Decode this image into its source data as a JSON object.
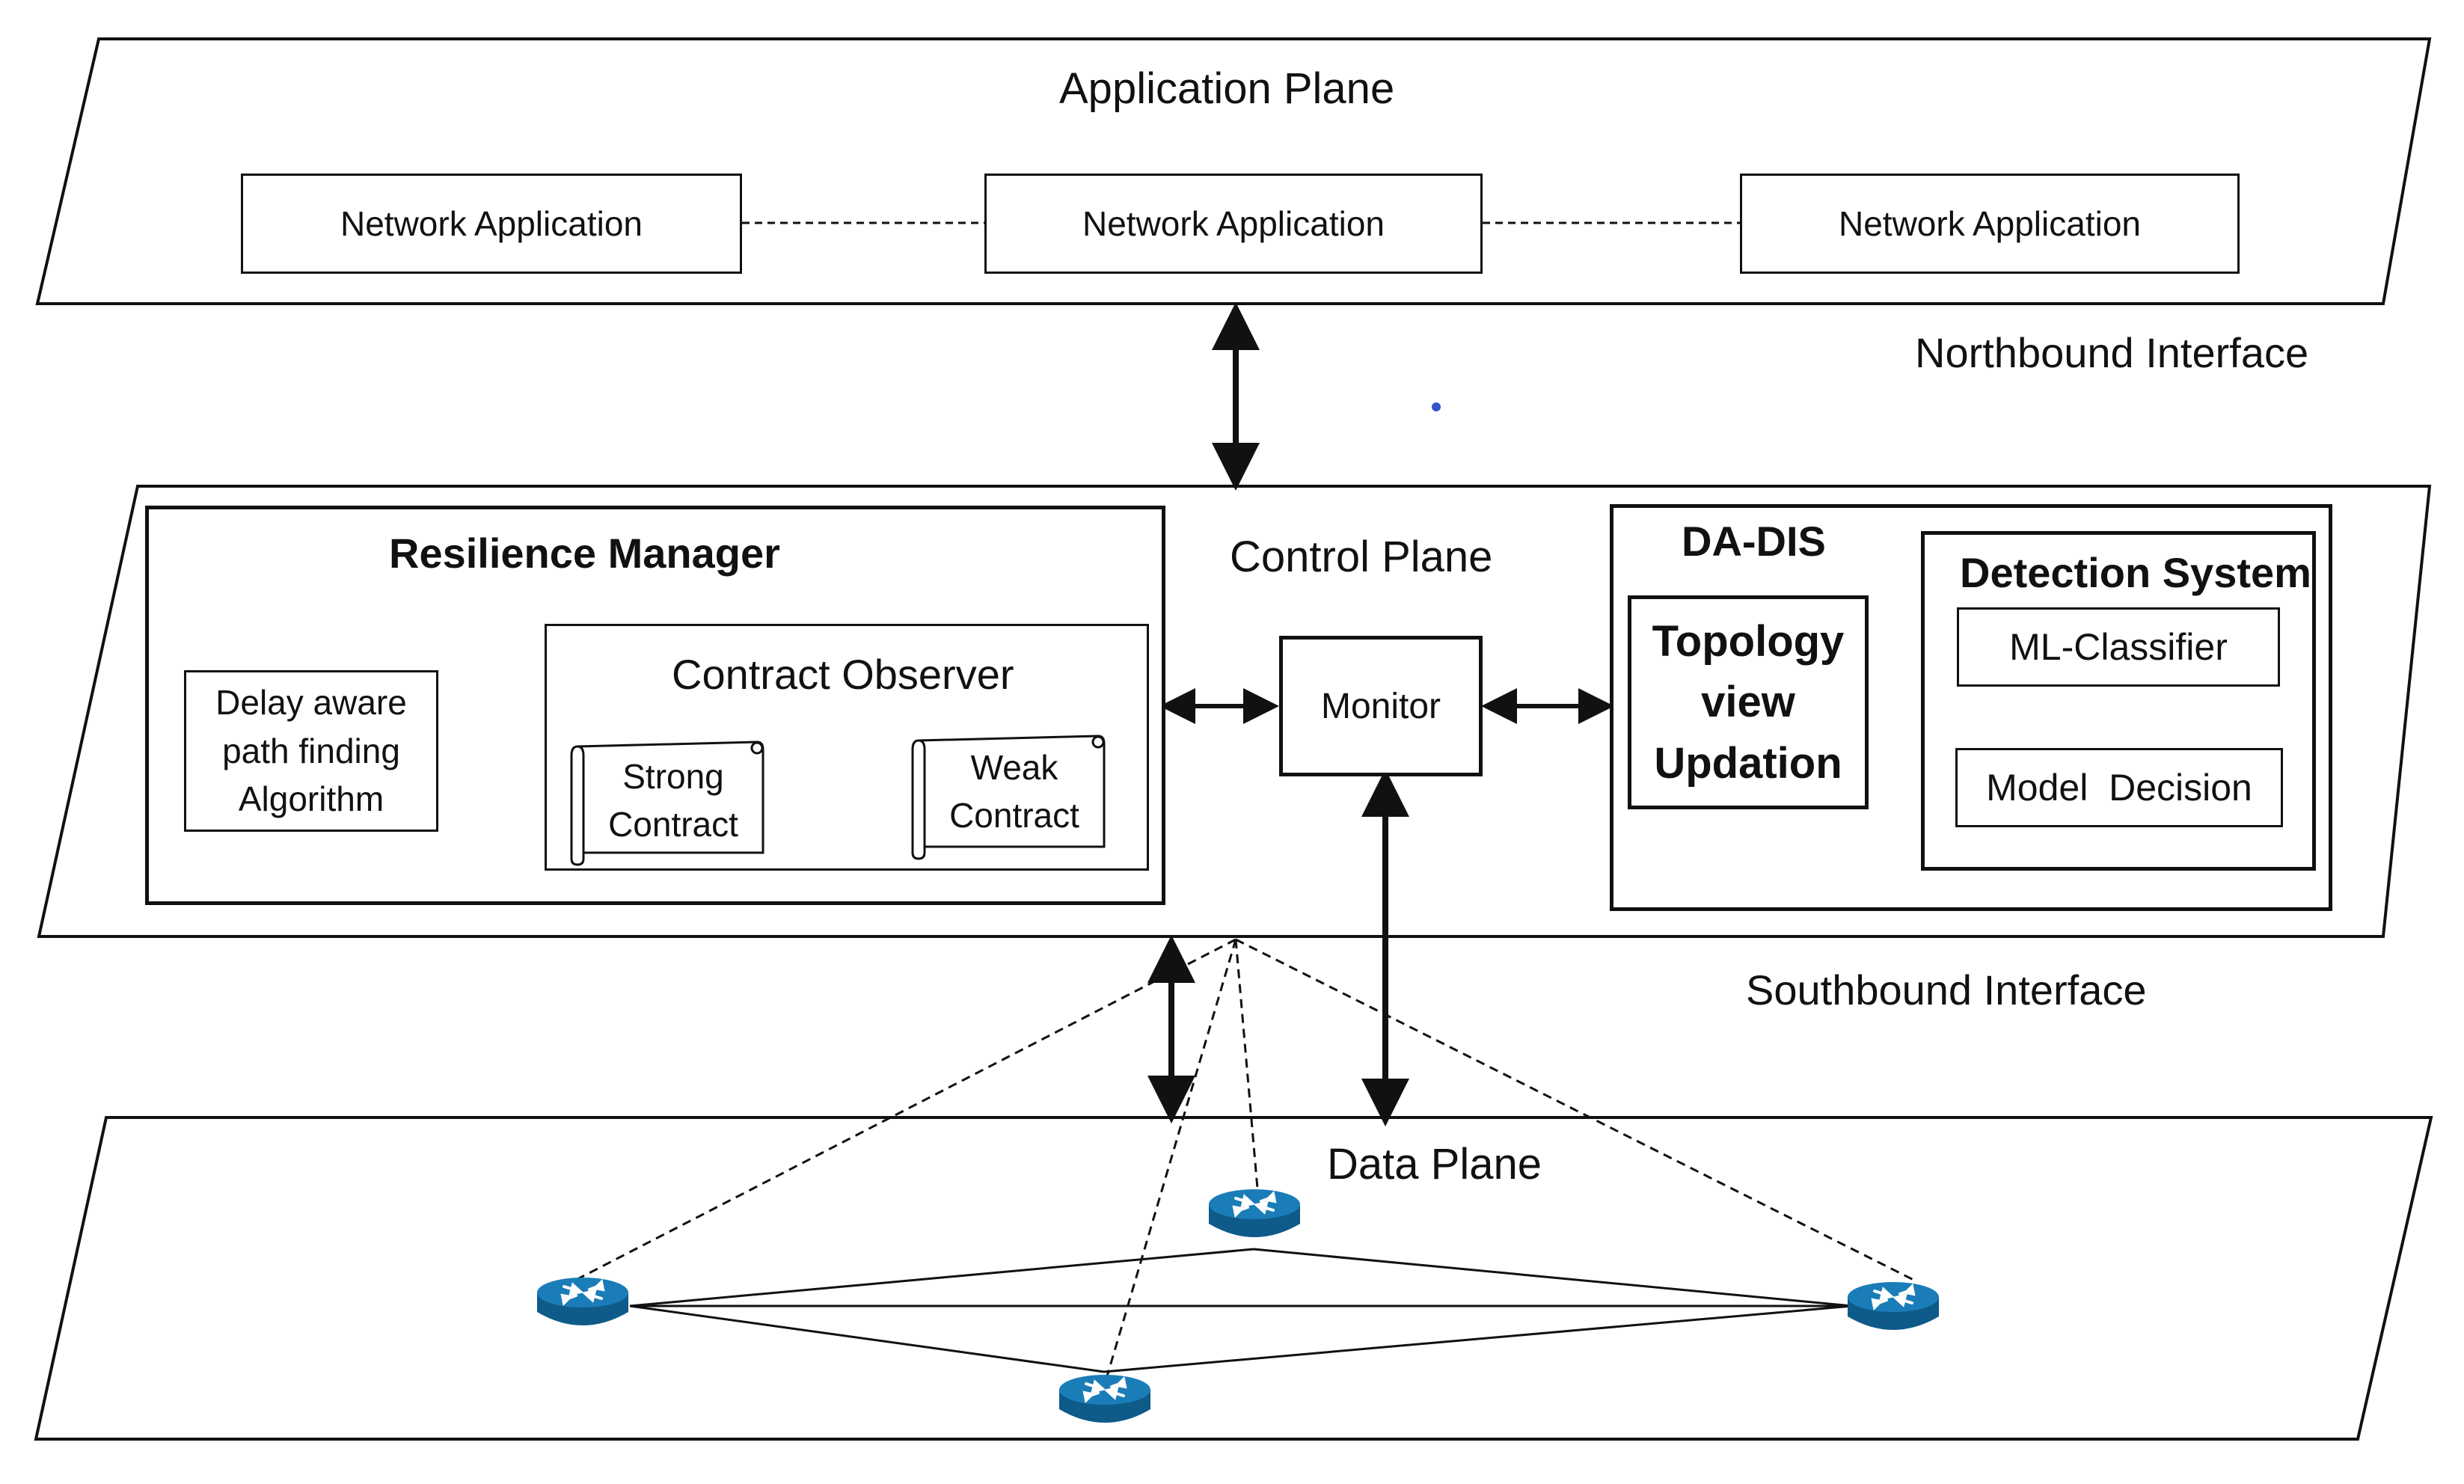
{
  "application_plane": {
    "title": "Application Plane",
    "apps": [
      "Network Application",
      "Network Application",
      "Network Application"
    ]
  },
  "interfaces": {
    "northbound": "Northbound Interface",
    "southbound": "Southbound Interface"
  },
  "control_plane": {
    "title": "Control Plane",
    "resilience_manager": {
      "title": "Resilience Manager",
      "algorithm_lines": [
        "Delay aware",
        "path finding",
        "Algorithm"
      ],
      "contract_observer": {
        "title": "Contract Observer",
        "strong_lines": [
          "Strong",
          "Contract"
        ],
        "weak_lines": [
          "Weak",
          "Contract"
        ]
      }
    },
    "monitor": "Monitor",
    "da_dis": {
      "title": "DA-DIS",
      "topology_lines": [
        "Topology",
        "view",
        "Updation"
      ],
      "detection_system": {
        "title": "Detection System",
        "classifier": "ML-Classifier",
        "decision": "Model  Decision"
      }
    }
  },
  "data_plane": {
    "title": "Data Plane",
    "routers": [
      "router-left",
      "router-top",
      "router-bottom",
      "router-right"
    ]
  },
  "colors": {
    "line": "#111111",
    "router_fill": "#1a7db8",
    "router_dark": "#0e5a89",
    "accent_dot": "#3355cc"
  }
}
